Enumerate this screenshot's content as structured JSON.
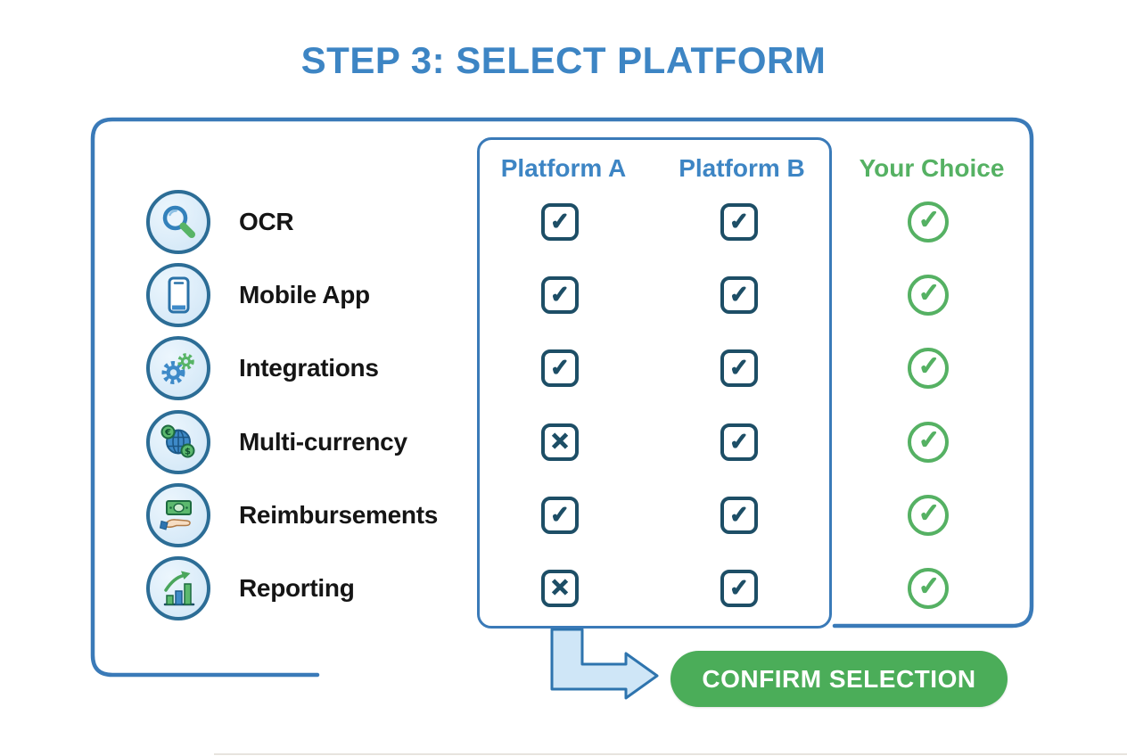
{
  "title": "STEP 3: SELECT PLATFORM",
  "table": {
    "headers": {
      "platform_a": "Platform A",
      "platform_b": "Platform B",
      "your_choice": "Your Choice"
    },
    "features": [
      {
        "label": "OCR",
        "icon": "magnifier-icon",
        "platform_a_mark": "✓",
        "platform_b_mark": "✓",
        "your_choice_mark": "✓",
        "platform_a_available": true,
        "platform_b_available": true
      },
      {
        "label": "Mobile App",
        "icon": "smartphone-icon",
        "platform_a_mark": "✓",
        "platform_b_mark": "✓",
        "your_choice_mark": "✓",
        "platform_a_available": true,
        "platform_b_available": true
      },
      {
        "label": "Integrations",
        "icon": "gears-icon",
        "platform_a_mark": "✓",
        "platform_b_mark": "✓",
        "your_choice_mark": "✓",
        "platform_a_available": true,
        "platform_b_available": true
      },
      {
        "label": "Multi-currency",
        "icon": "globe-currency-icon",
        "platform_a_mark": "✕",
        "platform_b_mark": "✓",
        "your_choice_mark": "✓",
        "platform_a_available": false,
        "platform_b_available": true
      },
      {
        "label": "Reimbursements",
        "icon": "money-hand-icon",
        "platform_a_mark": "✓",
        "platform_b_mark": "✓",
        "your_choice_mark": "✓",
        "platform_a_available": true,
        "platform_b_available": true
      },
      {
        "label": "Reporting",
        "icon": "bar-chart-icon",
        "platform_a_mark": "✕",
        "platform_b_mark": "✓",
        "your_choice_mark": "✓",
        "platform_a_available": false,
        "platform_b_available": true
      }
    ]
  },
  "button": {
    "label": "CONFIRM SELECTION"
  },
  "colors": {
    "title_blue": "#3d85c4",
    "frame_blue": "#3a7ab8",
    "checkbox_navy": "#1d4e66",
    "choice_green": "#55b163",
    "button_green": "#4bad59",
    "icon_ring_blue": "#2c6d96",
    "icon_bg_blue": "#d7eaf8",
    "arrow_fill": "#cfe6f7"
  }
}
